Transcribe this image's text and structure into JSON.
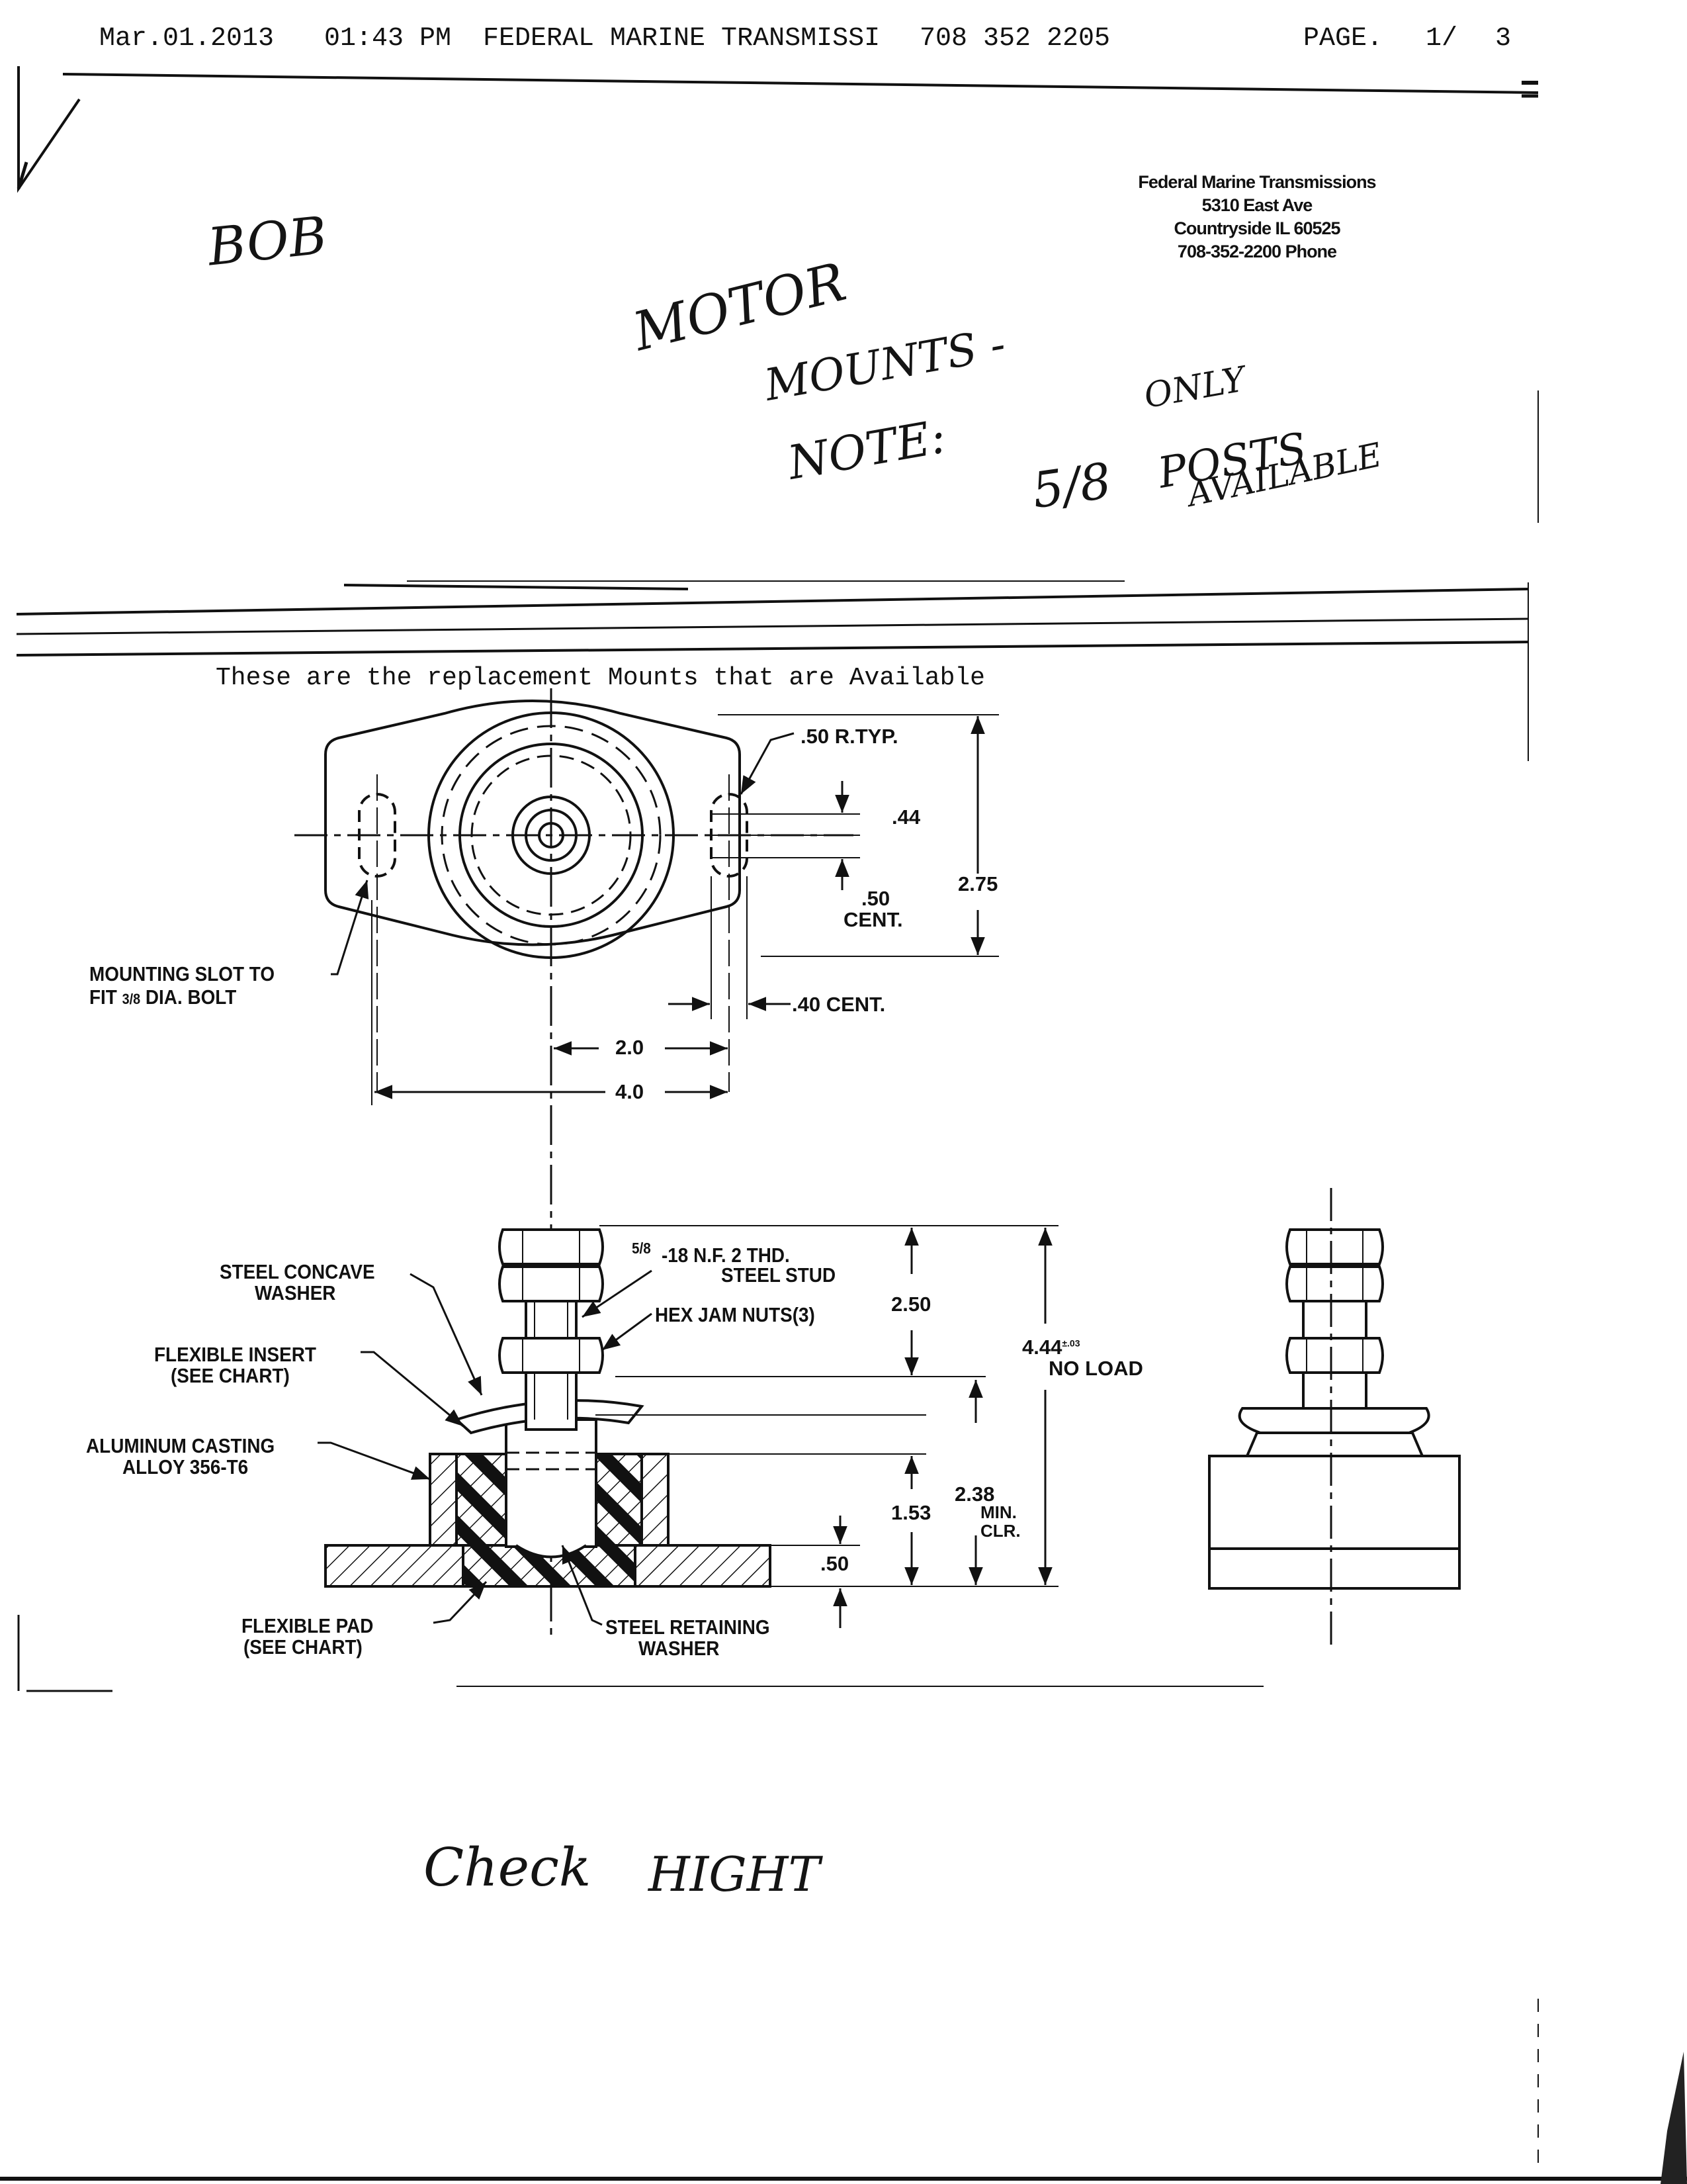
{
  "fax_header": {
    "date": "Mar.01.2013",
    "time": "01:43 PM",
    "sender": "FEDERAL MARINE TRANSMISSI",
    "phone": "708 352 2205",
    "page_label": "PAGE.",
    "page_number": "1/",
    "page_total": "3"
  },
  "company": {
    "name": "Federal Marine Transmissions",
    "street": "5310 East Ave",
    "city": "Countryside IL 60525",
    "phone": "708-352-2200 Phone"
  },
  "handwritten": {
    "bob": "BOB",
    "motor": "MOTOR",
    "mounts": "MOUNTS -",
    "note": "NOTE:",
    "only": "ONLY",
    "size": "5/8",
    "posts": "POSTS",
    "available": "AVAILABLE",
    "check": "Check",
    "hight": "HIGHT"
  },
  "typed_note": "These are the replacement Mounts that are Available",
  "drawing": {
    "top_view": {
      "radius_typ": ".50 R.TYP.",
      "slot_offset": ".44",
      "slot_center": ".50",
      "slot_center_suffix": "CENT.",
      "height": "2.75",
      "slot_width": ".40 CENT.",
      "half_span": "2.0",
      "full_span": "4.0",
      "slot_label_line1": "MOUNTING SLOT TO",
      "slot_label_line2_pre": "FIT",
      "slot_label_fraction": "3/8",
      "slot_label_line2_post": "DIA. BOLT"
    },
    "side_view": {
      "stud_frac": "5/8",
      "stud_line1": "-18 N.F. 2 THD.",
      "stud_line2": "STEEL STUD",
      "hex_nuts": "HEX JAM NUTS(3)",
      "washer_line1": "STEEL CONCAVE",
      "washer_line2": "WASHER",
      "insert_line1": "FLEXIBLE INSERT",
      "insert_line2": "(SEE CHART)",
      "casting_line1": "ALUMINUM CASTING",
      "casting_line2": "ALLOY 356-T6",
      "pad_line1": "FLEXIBLE PAD",
      "pad_line2": "(SEE CHART)",
      "retaining_line1": "STEEL RETAINING",
      "retaining_line2": "WASHER",
      "stud_height": "2.50",
      "overall_height": "4.44",
      "overall_tolerance": "±.03",
      "no_load": "NO LOAD",
      "clearance": "2.38",
      "clearance_line2": "MIN.",
      "clearance_line3": "CLR.",
      "base_to_washer": "1.53",
      "base_thickness": ".50"
    }
  }
}
